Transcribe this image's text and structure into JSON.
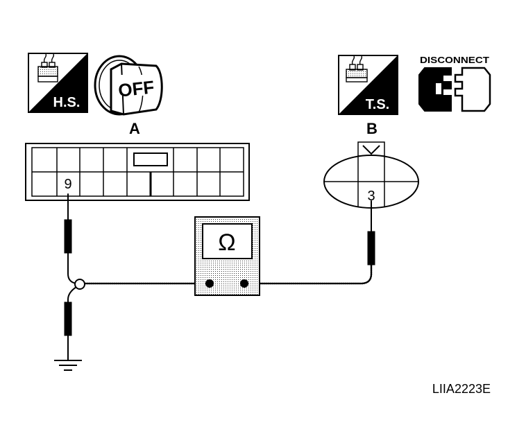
{
  "labels": {
    "hs": "H.S.",
    "ts": "T.S.",
    "off": "OFF",
    "disconnect": "DISCONNECT",
    "connector_a": "A",
    "connector_b": "B",
    "pin_a": "9",
    "pin_b": "3",
    "ohm": "Ω",
    "figure_id": "LIIA2223E"
  },
  "icons": {
    "harness_side": "harness-side-icon",
    "terminal_side": "terminal-side-icon",
    "ignition": "ignition-off-icon",
    "disconnect": "disconnect-connector-icon",
    "meter": "ohmmeter-icon",
    "ground": "ground-icon"
  },
  "colors": {
    "ink": "#000000",
    "paper": "#ffffff"
  }
}
